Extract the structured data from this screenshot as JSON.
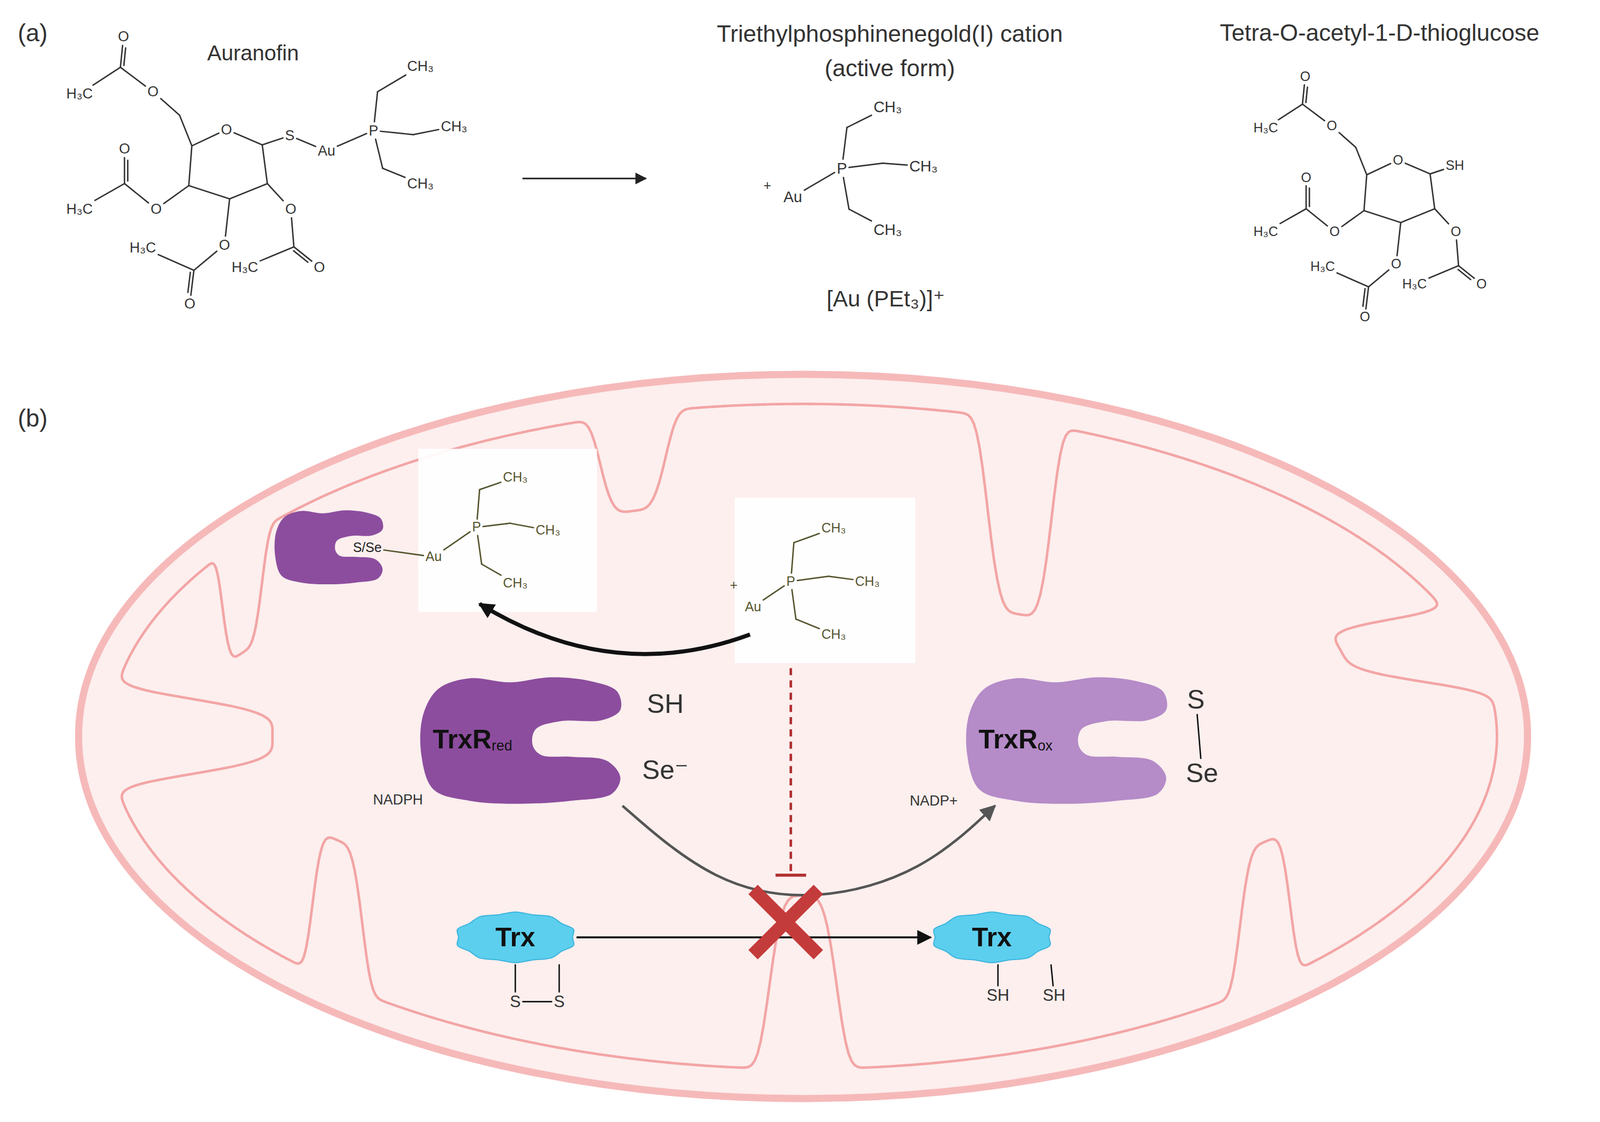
{
  "diagram": {
    "nodes": [
      {
        "text": [
          "TrxR",
          "red"
        ]
      },
      {
        "text": [
          "TrxR",
          "ox"
        ]
      },
      {
        "text": [
          "Trx"
        ]
      },
      {
        "text": [
          "Trx"
        ]
      }
    ],
    "edges": [
      {
        "from": 0,
        "to": 1,
        "arrow": "to"
      },
      {
        "from": 2,
        "to": 3,
        "arrow": "to"
      }
    ],
    "labels": [
      "(a)",
      "Auranofin",
      "Triethylphosphinenegold(I) cation (active form)",
      "Tetra-O-acetyl-1-D-thioglucose",
      "[Au (PEt₃)]⁺",
      "(b)",
      "H₃C",
      "O",
      "O",
      "O",
      "S",
      "Au",
      "P",
      "CH₃",
      "CH₃",
      "CH₃",
      "O",
      "H₃C",
      "O",
      "H₃C",
      "O",
      "H₃C",
      "O",
      "O",
      "O",
      "+",
      "Au",
      "P",
      "CH₃",
      "CH₃",
      "CH₃",
      "H₃C",
      "O",
      "O",
      "O",
      "SH",
      "O",
      "H₃C",
      "O",
      "H₃C",
      "O",
      "H₃C",
      "O",
      "O",
      "O",
      "S/Se",
      "Au",
      "P",
      "CH₃",
      "CH₃",
      "CH₃",
      "+",
      "Au",
      "P",
      "CH₃",
      "CH₃",
      "CH₃",
      "SH",
      "Se⁻",
      "NADPH",
      "S",
      "Se",
      "NADP+",
      "S",
      "S",
      "SH",
      "SH"
    ]
  }
}
